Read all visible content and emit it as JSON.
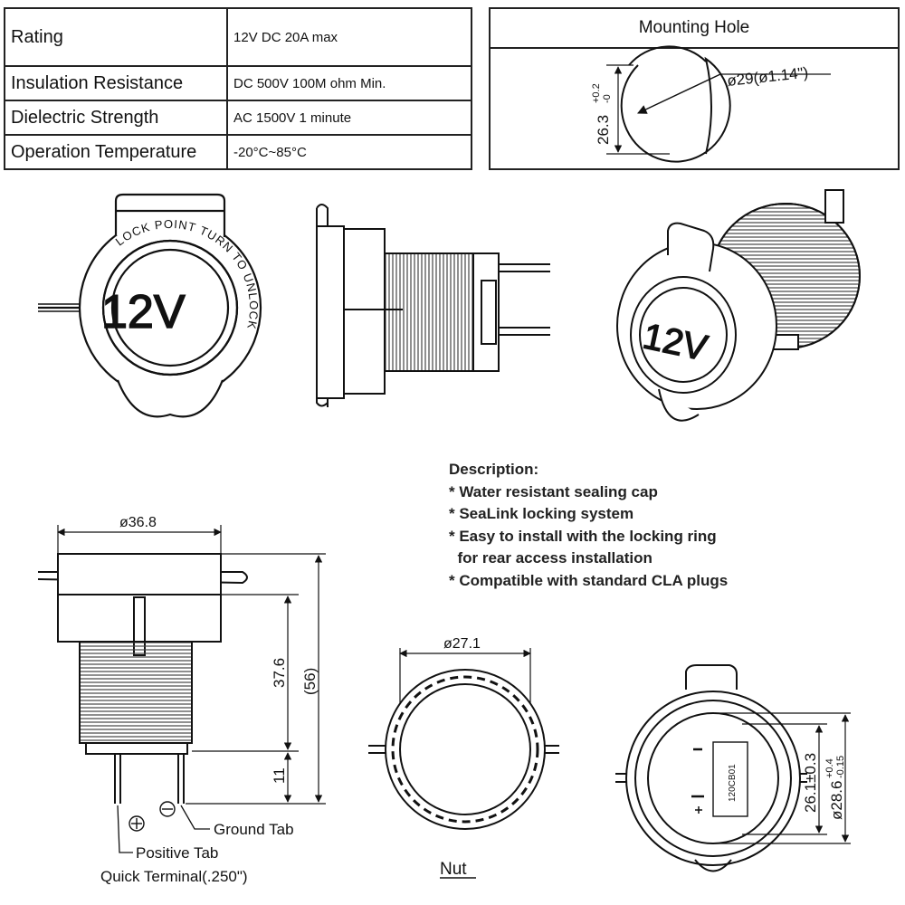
{
  "specs": {
    "rows": [
      {
        "label": "Rating",
        "value": "12V DC 20A max"
      },
      {
        "label": "Insulation Resistance",
        "value": "DC 500V 100M ohm Min."
      },
      {
        "label": "Dielectric Strength",
        "value": "AC 1500V 1 minute"
      },
      {
        "label": "Operation Temperature",
        "value": "-20°C~85°C"
      }
    ]
  },
  "mounting_hole": {
    "title": "Mounting Hole",
    "diameter_label": "ø29(ø1.14\")",
    "height_label": "26.3",
    "height_tol_plus": "+0.2",
    "height_tol_minus": "-0"
  },
  "socket_front": {
    "face_label": "12V",
    "ring_text": "LOCK POINT  TURN TO UNLOCK"
  },
  "description": {
    "heading": "Description:",
    "items": [
      "* Water resistant sealing cap",
      "* SeaLink locking system",
      "* Easy to install with the locking ring",
      "  for rear access installation",
      "* Compatible with standard CLA plugs"
    ]
  },
  "side_dimensions": {
    "diameter": "ø36.8",
    "body_length": "37.6",
    "total_length": "(56)",
    "terminal_length": "11"
  },
  "terminals": {
    "ground_tab": "Ground Tab",
    "positive_tab": "Positive Tab",
    "quick_terminal": "Quick Terminal(.250\")"
  },
  "nut": {
    "diameter": "ø27.1",
    "label": "Nut"
  },
  "rear_view": {
    "dim_inner": "26.1±0.3",
    "dim_outer": "ø28.6",
    "dim_outer_tol_plus": "+0.4",
    "dim_outer_tol_minus": "-0.15",
    "board_code": "120CB01"
  }
}
